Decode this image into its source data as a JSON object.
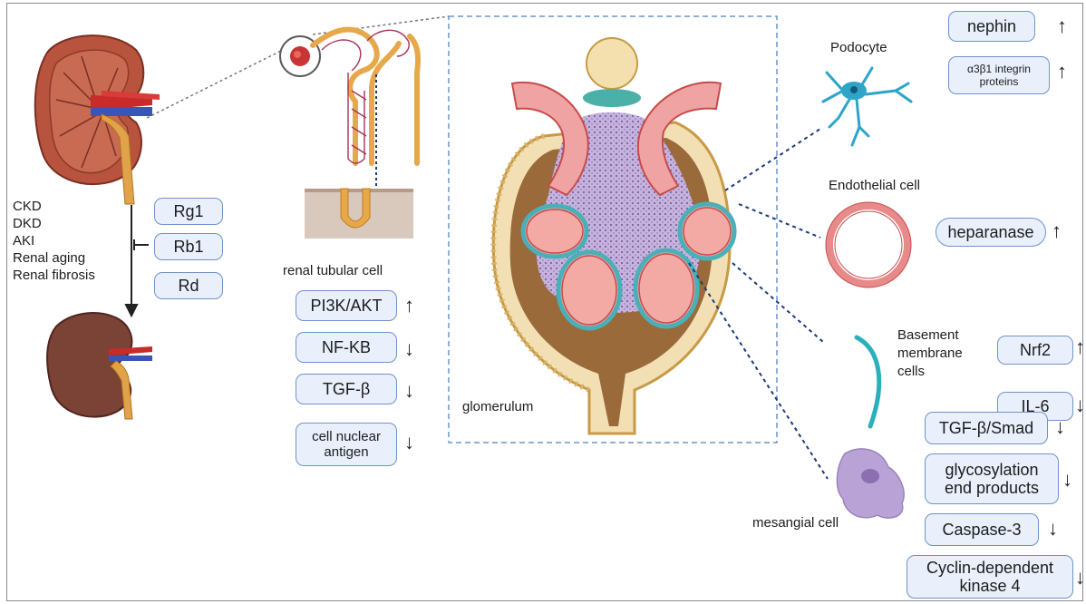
{
  "left": {
    "diseases": [
      "CKD",
      "DKD",
      "AKI",
      "Renal aging",
      "Renal fibrosis"
    ],
    "ginsenosides": [
      "Rg1",
      "Rb1",
      "Rd"
    ]
  },
  "tubular": {
    "label": "renal tubular cell",
    "markers": [
      {
        "name": "PI3K/AKT",
        "arrow": "↑"
      },
      {
        "name": "NF-KB",
        "arrow": "↓"
      },
      {
        "name": "TGF-β",
        "arrow": "↓"
      },
      {
        "name": "cell nuclear antigen",
        "arrow": "↓"
      }
    ]
  },
  "glomerulum": {
    "label": "glomerulum"
  },
  "podocyte": {
    "label": "Podocyte",
    "markers": [
      {
        "name": "nephin",
        "arrow": "↑"
      },
      {
        "name": "α3β1 integrin proteins",
        "arrow": "↑"
      }
    ]
  },
  "endothelial": {
    "label": "Endothelial cell",
    "markers": [
      {
        "name": "heparanase",
        "arrow": "↑"
      }
    ]
  },
  "basement": {
    "label": "Basement membrane cells",
    "markers": [
      {
        "name": "Nrf2",
        "arrow": "↑"
      },
      {
        "name": "IL-6",
        "arrow": "↓"
      }
    ]
  },
  "mesangial": {
    "label": "mesangial cell",
    "markers": [
      {
        "name": "TGF-β/Smad",
        "arrow": "↓"
      },
      {
        "name": "glycosylation end products",
        "arrow": "↓"
      },
      {
        "name": "Caspase-3",
        "arrow": "↓"
      },
      {
        "name": "Cyclin-dependent kinase 4",
        "arrow": "↓"
      }
    ]
  }
}
